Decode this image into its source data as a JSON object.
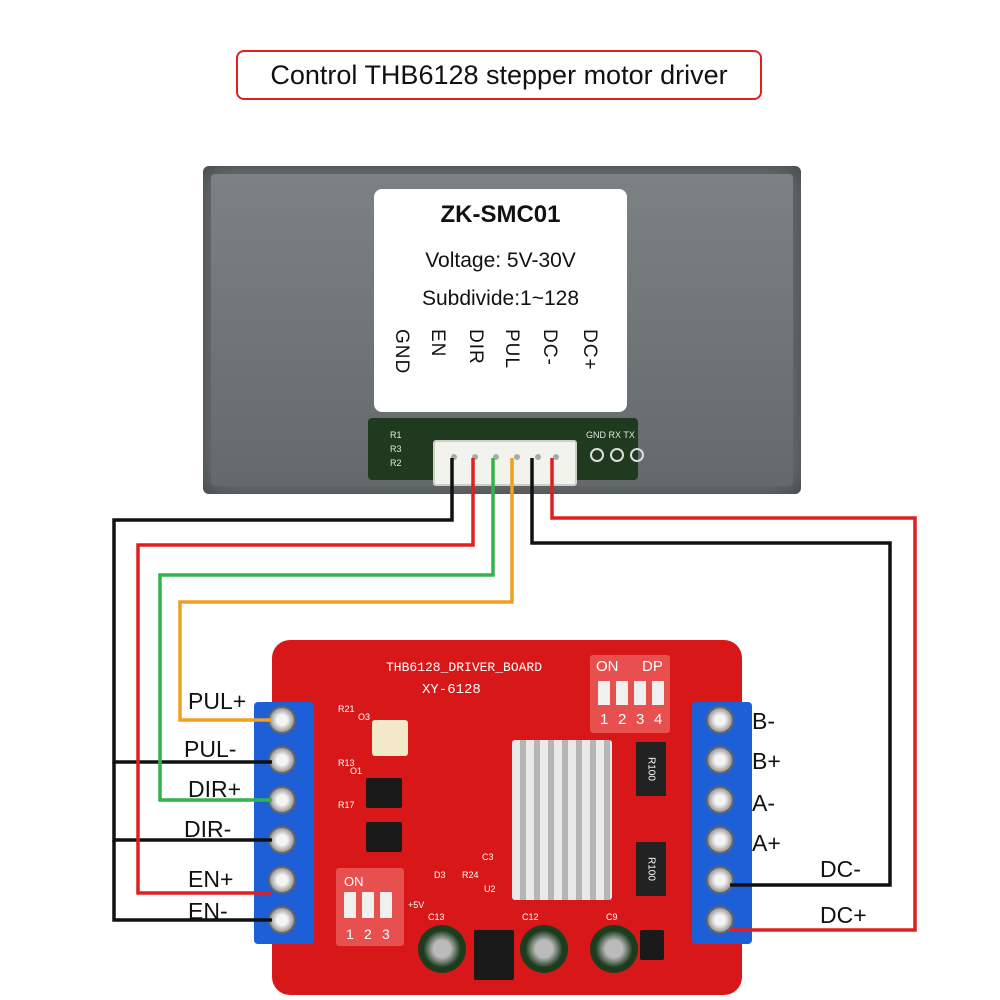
{
  "title": "Control THB6128 stepper motor driver",
  "controller": {
    "model": "ZK-SMC01",
    "voltage": "Voltage: 5V-30V",
    "subdivide": "Subdivide:1~128",
    "pins": [
      "GND",
      "EN",
      "DIR",
      "PUL",
      "DC-",
      "DC+"
    ],
    "silk": {
      "r1": "R1",
      "r3": "R3",
      "r2": "R2",
      "serial": "GND RX TX"
    }
  },
  "driver_board": {
    "name": "THB6128_DRIVER_BOARD",
    "model": "XY-6128",
    "dip_on": "ON",
    "dip_dp": "DP",
    "dip_top_numbers": [
      "1",
      "2",
      "3",
      "4"
    ],
    "dip_bottom_numbers": [
      "1",
      "2",
      "3"
    ],
    "resistor_marking": "R100",
    "left_terminals": [
      "PUL+",
      "PUL-",
      "DIR+",
      "DIR-",
      "EN+",
      "EN-"
    ],
    "right_terminals": [
      "B-",
      "B+",
      "A-",
      "A+",
      "DC-",
      "DC+"
    ],
    "silk": {
      "u2": "U2",
      "c12": "C12",
      "c13": "C13",
      "c9": "C9",
      "d3": "D3",
      "r24": "R24",
      "plus5v": "+5V",
      "c3": "C3",
      "r21": "R21",
      "r13": "R13",
      "r17": "R17",
      "o1": "O1",
      "o3": "O3"
    }
  },
  "colors": {
    "red": "#e02020",
    "black": "#111111",
    "green": "#33b34a",
    "orange": "#f0a020",
    "board": "#d81818",
    "terminal": "#1d5fd6"
  }
}
